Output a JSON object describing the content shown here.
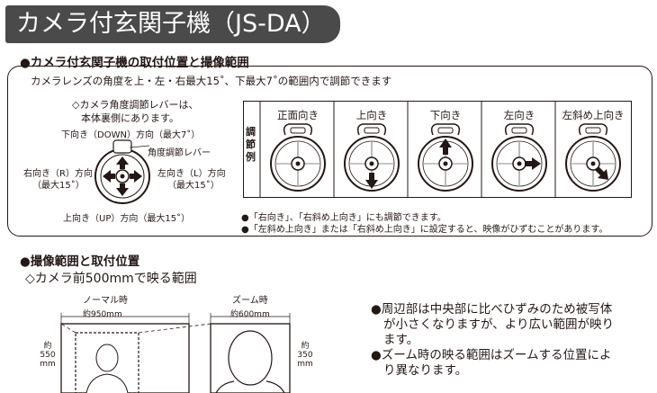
{
  "title": "カメラ付玄関子機（JS-DA）",
  "section1": {
    "heading": "●カメラ付玄関子機の取付位置と撮像範囲",
    "intro": "カメラレンズの角度を上・左・右最大15˚、下最大7˚の範囲内で調節できます",
    "lever_note_line1": "◇カメラ角度調節レバーは、",
    "lever_note_line2": "本体裏側にあります。",
    "down_label": "下向き（DOWN）方向（最大7˚）",
    "lever_label": "角度調節レバー",
    "right_label_1": "右向き（R）方向",
    "right_label_2": "（最大15˚）",
    "left_label_1": "左向き（L）方向",
    "left_label_2": "（最大15˚）",
    "up_label": "上向き（UP）方向（最大15˚）",
    "examples_header": "調節例",
    "examples": [
      "正面向き",
      "上向き",
      "下向き",
      "左向き",
      "左斜め上向き"
    ],
    "note1": "●「右向き」、「右斜め上向き」にも調節できます。",
    "note2": "●「左斜め上向き」または「右斜め上向き」に設定すると、映像がひずむことがあります。"
  },
  "section2": {
    "heading": "●撮像範囲と取付位置",
    "subheading": "◇カメラ前500mmで映る範囲",
    "normal_label": "ノーマル時",
    "normal_width": "約950mm",
    "normal_height_1": "約",
    "normal_height_2": "550",
    "normal_height_3": "mm",
    "zoom_label": "ズーム時",
    "zoom_width": "約600mm",
    "zoom_height_1": "約",
    "zoom_height_2": "350",
    "zoom_height_3": "mm",
    "bullet1_line1": "●周辺部は中央部に比べひずみのため被写体",
    "bullet1_line2": "が小さくなりますが、より広い範囲が映り",
    "bullet1_line3": "ます。",
    "bullet2_line1": "●ズーム時の映る範囲はズームする位置によ",
    "bullet2_line2": "り異なります。"
  }
}
